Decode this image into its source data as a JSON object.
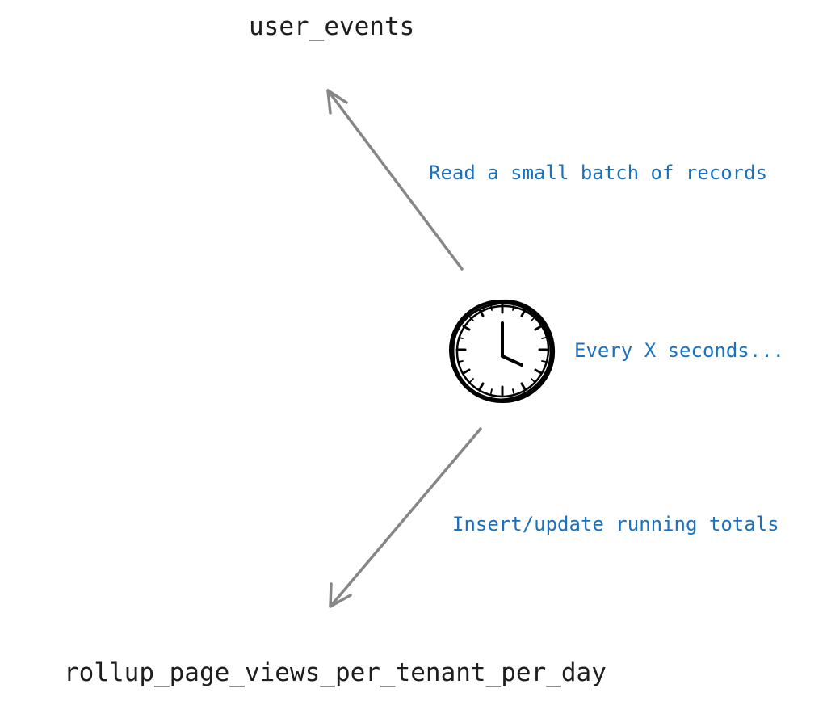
{
  "diagram": {
    "nodes": {
      "source_table": "user_events",
      "target_table": "rollup_page_views_per_tenant_per_day"
    },
    "edges": {
      "read": "Read a small batch of records",
      "write": "Insert/update running totals"
    },
    "schedule": {
      "label": "Every X seconds...",
      "icon": "clock-icon"
    },
    "colors": {
      "text": "#1e1e1e",
      "annotation": "#1971c2",
      "arrow": "#868686",
      "clock": "#000000"
    }
  }
}
